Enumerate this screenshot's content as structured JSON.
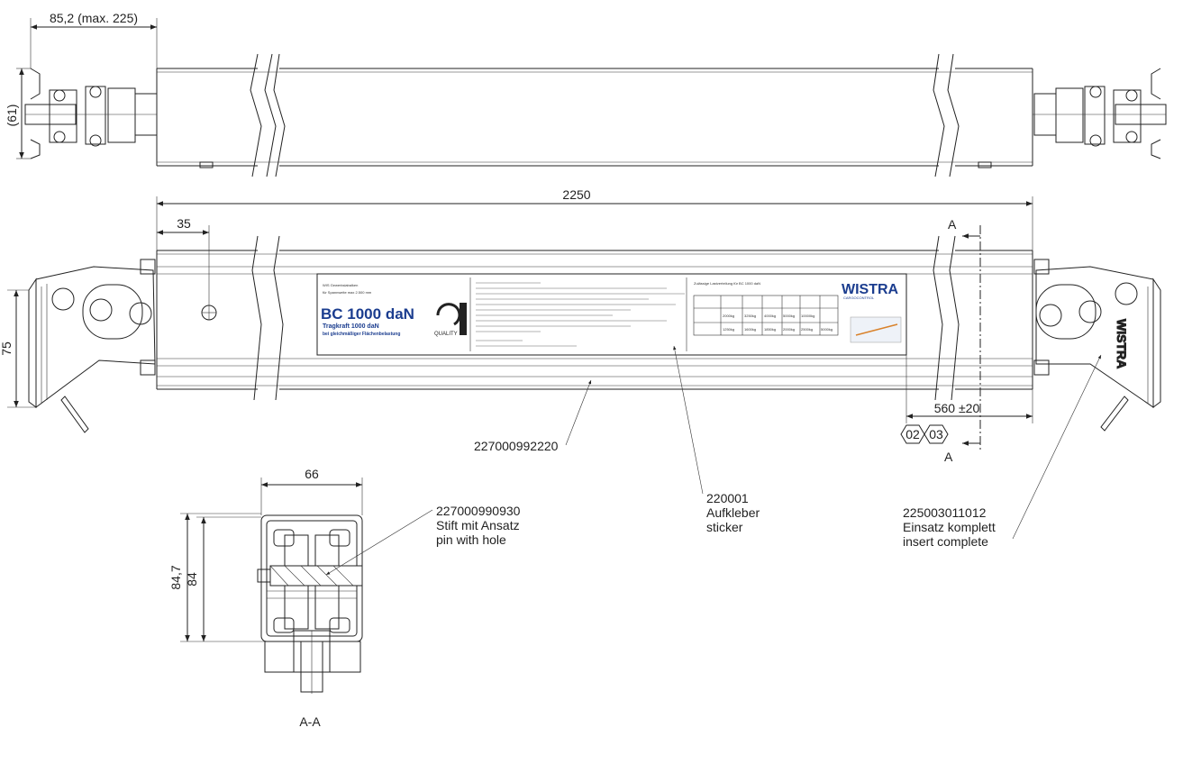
{
  "dimensions": {
    "top_width": "85,2 (max. 225)",
    "top_height": "(61)",
    "total_length": "2250",
    "edge_offset": "35",
    "side_height": "75",
    "insert_offset": "560 ±20",
    "section_width": "66",
    "section_height_outer": "84,7",
    "section_height_inner": "84"
  },
  "section_marks": {
    "top": "A",
    "bottom": "A",
    "view_label": "A-A"
  },
  "balloons": [
    "02",
    "03"
  ],
  "callouts": {
    "beam": {
      "part_no": "227000992220"
    },
    "sticker": {
      "part_no": "220001",
      "de": "Aufkleber",
      "en": "sticker"
    },
    "insert": {
      "part_no": "225003011012",
      "de": "Einsatz komplett",
      "en": "insert complete"
    },
    "pin": {
      "part_no": "227000990930",
      "de": "Stift mit Ansatz",
      "en": "pin with hole"
    }
  },
  "sticker_label": {
    "product": "BC 1000 daN",
    "subtitle": "Tragkraft 1000 daN",
    "subtitle2": "bei gleichmäßiger Flächenbelastung",
    "header1": "WIS Gewerkslabalken",
    "header2": "für Spannweite max 2.500 mm",
    "quality": "QUALITY",
    "brand": "WISTRA",
    "brand_sub": "CARGOCONTROL",
    "table_title": "Zulässige Lastverteilung für BC 1000 daN",
    "table_row1": [
      "2000kg",
      "3250kg",
      "4000kg",
      "5000kg",
      "10000kg"
    ],
    "table_row2": [
      "1250kg",
      "1600kg",
      "1850kg",
      "2000kg",
      "2500kg",
      "5000kg"
    ]
  },
  "end_fitting_brand": "WISTRA"
}
